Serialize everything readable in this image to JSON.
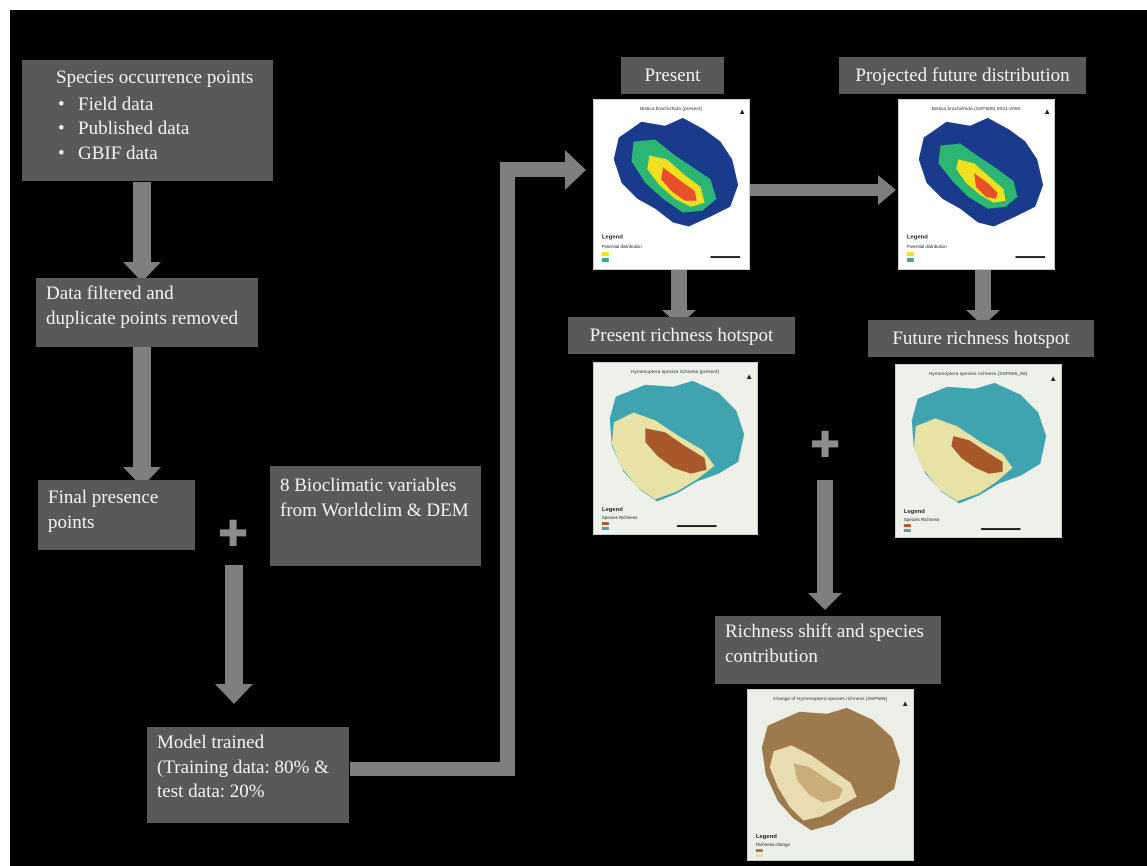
{
  "boxes": {
    "occurrence": {
      "title": "Species occurrence points",
      "items": [
        "Field data",
        "Published data",
        "GBIF data"
      ]
    },
    "filtered": "Data filtered and duplicate points removed",
    "final_presence": "Final presence points",
    "bioclim": "8 Bioclimatic variables from Worldclim & DEM",
    "model": "Model trained (Training data: 80% & test data: 20%"
  },
  "labels": {
    "present": "Present",
    "future": "Projected future distribution",
    "present_hotspot": "Present richness hotspot",
    "future_hotspot": "Future richness hotspot",
    "richness_shift": "Richness shift and species contribution"
  },
  "plus_symbol": "✚",
  "maps": {
    "present": {
      "title": "Bistica brachizhida (present)",
      "legend": "Legend",
      "legend_sub": "Potential distribution"
    },
    "future": {
      "title": "Bistica brachizhida (SSP585) 2041-2060",
      "legend": "Legend",
      "legend_sub": "Potential distribution"
    },
    "present_hotspot": {
      "title": "Hymenoptera species richness (present)",
      "legend": "Legend",
      "legend_sub": "Species Richness"
    },
    "future_hotspot": {
      "title": "Hymenoptera species richness (SSP585_50)",
      "legend": "Legend",
      "legend_sub": "Species Richness"
    },
    "shift": {
      "title": "Change of Hymenoptera species richness (SSP585)",
      "legend": "Legend",
      "legend_sub": "Richness change"
    }
  },
  "colors": {
    "background": "#000000",
    "box_fill": "#595959",
    "text": "#f2f2f2",
    "arrow": "#7f7f7f",
    "dist_low": "#1a3a8c",
    "dist_mid": "#2bb673",
    "dist_high": "#f0e020",
    "dist_peak": "#e8502a",
    "rich_base": "#3fa3b0",
    "rich_mid": "#e8e2a6",
    "rich_high": "#a8582a",
    "shift_base": "#9c7a4e",
    "shift_light": "#e8dcb0"
  }
}
